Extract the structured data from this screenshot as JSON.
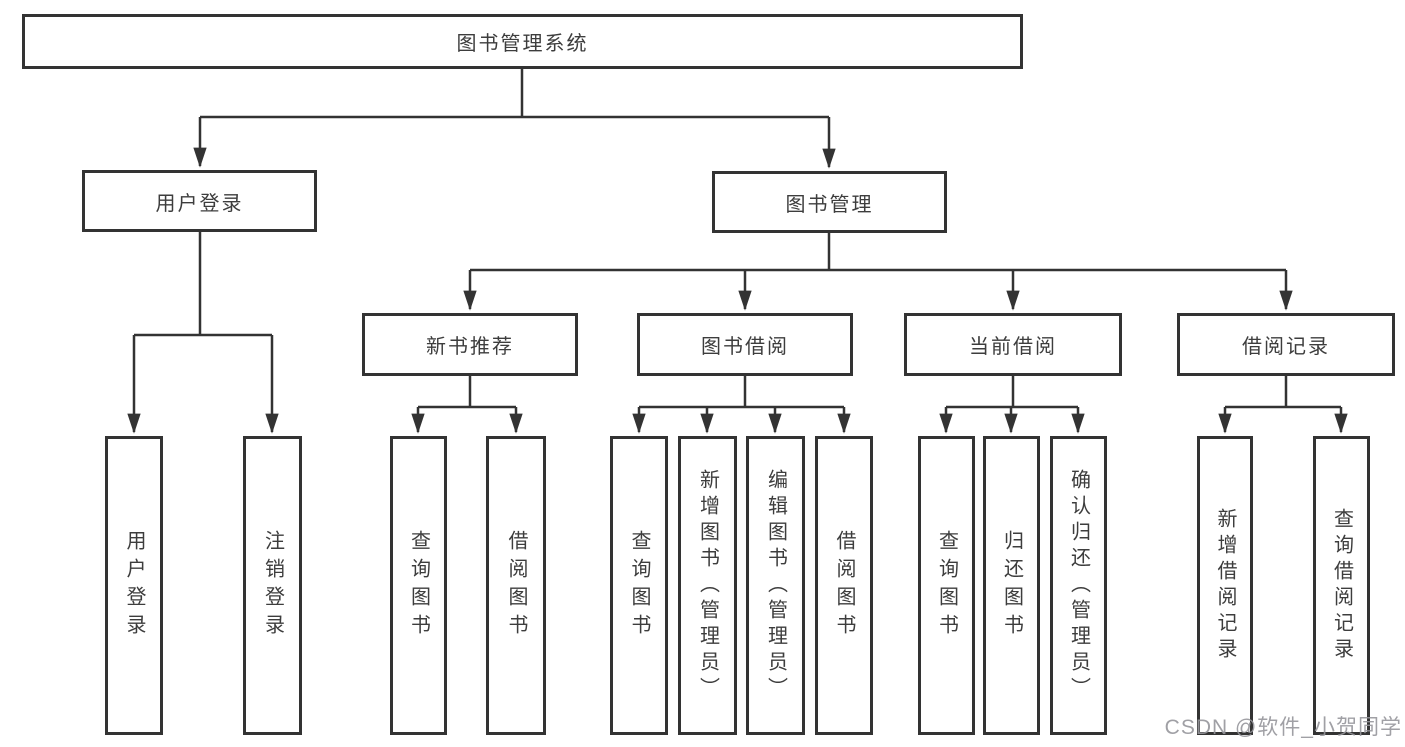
{
  "colors": {
    "line": "#333333",
    "box_border": "#333333",
    "text": "#3d3d3d",
    "background": "#ffffff",
    "watermark": "#9698a0"
  },
  "watermark": "CSDN @软件_小贺同学",
  "tree": {
    "root": {
      "label": "图书管理系统",
      "children": [
        {
          "label": "用户登录",
          "children": [
            {
              "label": "用户登录"
            },
            {
              "label": "注销登录"
            }
          ]
        },
        {
          "label": "图书管理",
          "children": [
            {
              "label": "新书推荐",
              "children": [
                {
                  "label": "查询图书"
                },
                {
                  "label": "借阅图书"
                }
              ]
            },
            {
              "label": "图书借阅",
              "children": [
                {
                  "label": "查询图书"
                },
                {
                  "label": "新增图书（管理员）"
                },
                {
                  "label": "编辑图书（管理员）"
                },
                {
                  "label": "借阅图书"
                }
              ]
            },
            {
              "label": "当前借阅",
              "children": [
                {
                  "label": "查询图书"
                },
                {
                  "label": "归还图书"
                },
                {
                  "label": "确认归还（管理员）"
                }
              ]
            },
            {
              "label": "借阅记录",
              "children": [
                {
                  "label": "新增借阅记录"
                },
                {
                  "label": "查询借阅记录"
                }
              ]
            }
          ]
        }
      ]
    }
  }
}
